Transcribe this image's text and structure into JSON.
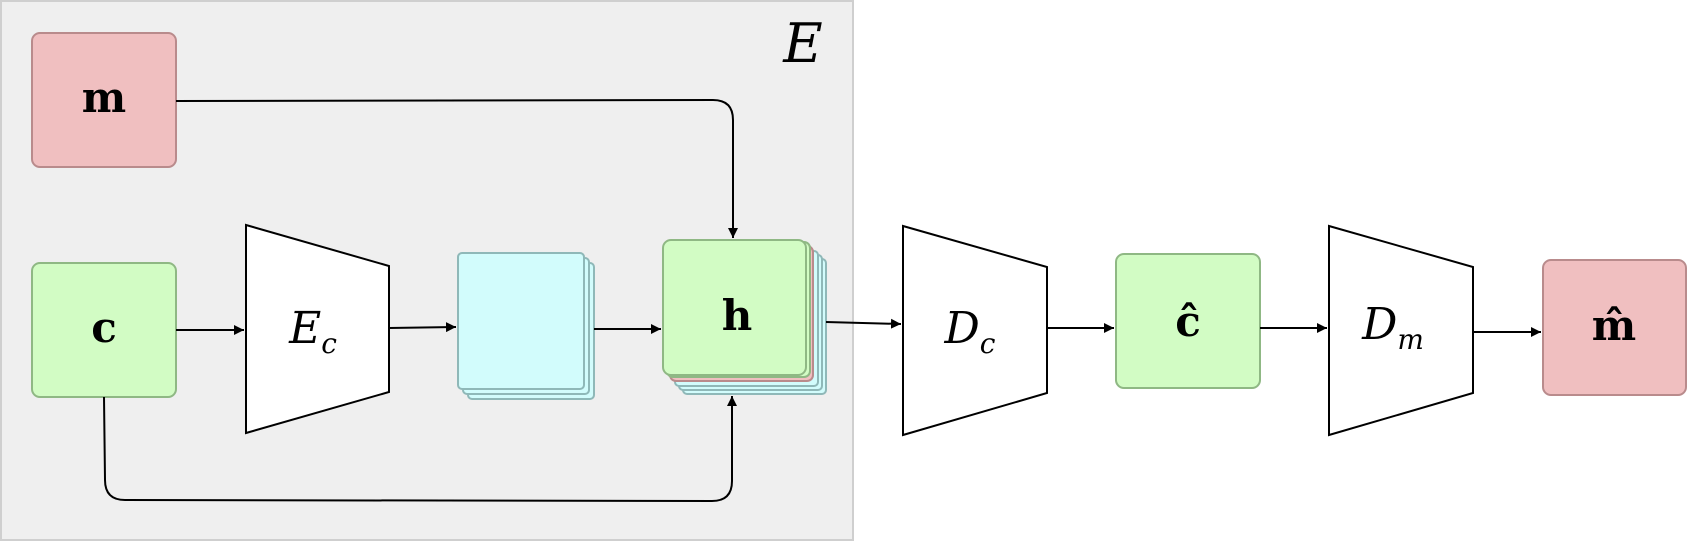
{
  "diagram": {
    "region_label": "E",
    "nodes": {
      "m": {
        "label": "m"
      },
      "c": {
        "label": "c"
      },
      "encoder": {
        "base": "E",
        "sub": "c"
      },
      "h": {
        "label": "h"
      },
      "decoder_c": {
        "base": "D",
        "sub": "c"
      },
      "c_hat": {
        "label": "ĉ"
      },
      "decoder_m": {
        "base": "D",
        "sub": "m"
      },
      "m_hat": {
        "label": "m̂"
      }
    },
    "colors": {
      "region_fill": "#efefef",
      "region_stroke": "#cfcfcf",
      "pink_fill": "#f0bfc0",
      "pink_stroke": "#b98b8c",
      "green_fill": "#d2fcc4",
      "green_stroke": "#8fb884",
      "cyan_fill": "#d2fcfc",
      "cyan_stroke": "#8fb8b8",
      "edge": "#000000"
    }
  }
}
